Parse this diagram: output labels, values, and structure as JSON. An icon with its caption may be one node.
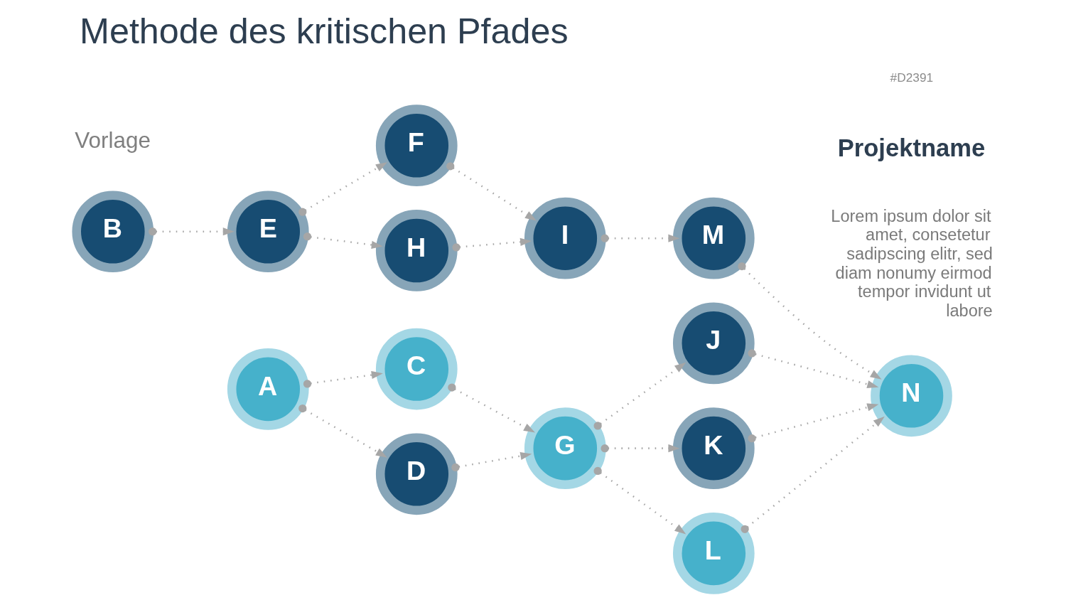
{
  "diagram": {
    "title": "Methode des kritischen Pfades",
    "nodes": [
      {
        "text": [
          "F"
        ]
      },
      {
        "text": [
          "B"
        ]
      },
      {
        "text": [
          "E"
        ]
      },
      {
        "text": [
          "I"
        ]
      },
      {
        "text": [
          "H"
        ]
      },
      {
        "text": [
          "M"
        ]
      },
      {
        "text": [
          "J"
        ]
      },
      {
        "text": [
          "N"
        ]
      },
      {
        "text": [
          "C"
        ]
      },
      {
        "text": [
          "A"
        ]
      },
      {
        "text": [
          "G"
        ]
      },
      {
        "text": [
          "K"
        ]
      },
      {
        "text": [
          "D"
        ]
      },
      {
        "text": [
          "L"
        ]
      }
    ],
    "edges": [
      {
        "from": 1,
        "to": 2,
        "arrow": "to"
      },
      {
        "from": 2,
        "to": 0,
        "arrow": "to"
      },
      {
        "from": 2,
        "to": 4,
        "arrow": "to"
      },
      {
        "from": 0,
        "to": 3,
        "arrow": "to"
      },
      {
        "from": 4,
        "to": 3,
        "arrow": "to"
      },
      {
        "from": 3,
        "to": 5,
        "arrow": "to"
      },
      {
        "from": 5,
        "to": 7,
        "arrow": "to"
      },
      {
        "from": 6,
        "to": 7,
        "arrow": "to"
      },
      {
        "from": 9,
        "to": 8,
        "arrow": "to"
      },
      {
        "from": 8,
        "to": 10,
        "arrow": "to"
      },
      {
        "from": 10,
        "to": 6,
        "arrow": "to"
      },
      {
        "from": 11,
        "to": 7,
        "arrow": "to"
      },
      {
        "from": 9,
        "to": 12,
        "arrow": "to"
      },
      {
        "from": 12,
        "to": 10,
        "arrow": "to"
      },
      {
        "from": 10,
        "to": 11,
        "arrow": "to"
      },
      {
        "from": 10,
        "to": 13,
        "arrow": "to"
      },
      {
        "from": 13,
        "to": 7,
        "arrow": "to"
      }
    ],
    "labels": [
      "#D2391",
      "Vorlage",
      "Projektname",
      "Lorem ipsum dolor sit amet, consetetur sadipscing elitr, sed diam nonumy eirmod tempor invidunt ut labore"
    ]
  }
}
